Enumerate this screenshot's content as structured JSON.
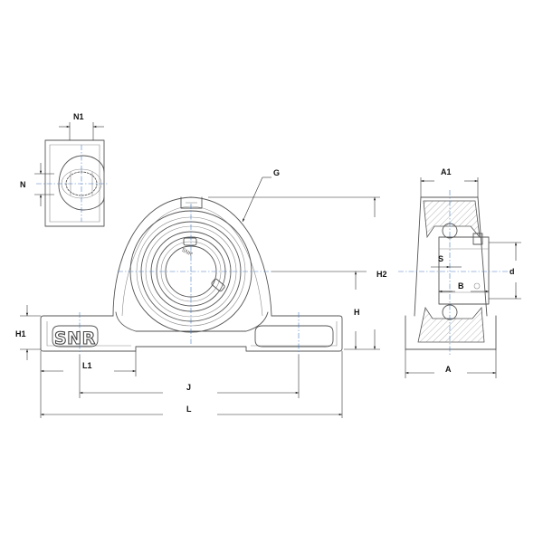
{
  "labels": {
    "N1": "N1",
    "N": "N",
    "G": "G",
    "A1": "A1",
    "H2": "H2",
    "H": "H",
    "H1": "H1",
    "S": "S",
    "d": "d",
    "B": "B",
    "L1": "L1",
    "J": "J",
    "A": "A",
    "L": "L"
  },
  "logo_text": "SNR",
  "insert_marking": "SNR"
}
